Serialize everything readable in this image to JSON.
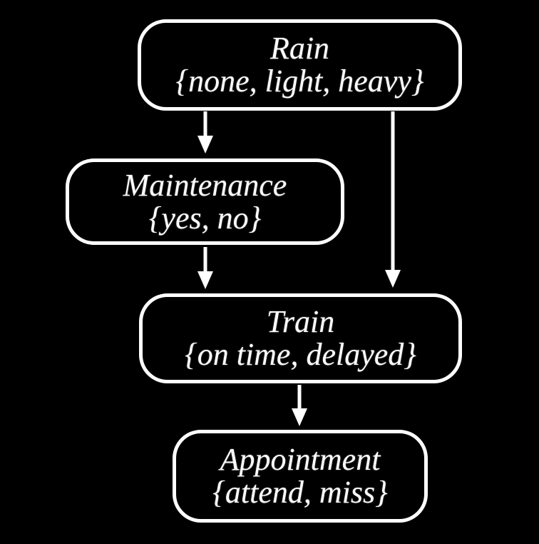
{
  "diagram": {
    "type": "bayesian-network",
    "background_color": "#000000",
    "node_border_color": "#ffffff",
    "text_color": "#ffffff",
    "arrow_color": "#ffffff",
    "nodes": [
      {
        "id": "rain",
        "label": "Rain",
        "values": "{none, light, heavy}"
      },
      {
        "id": "maintenance",
        "label": "Maintenance",
        "values": "{yes, no}"
      },
      {
        "id": "train",
        "label": "Train",
        "values": "{on time, delayed}"
      },
      {
        "id": "appointment",
        "label": "Appointment",
        "values": "{attend, miss}"
      }
    ],
    "edges": [
      {
        "from": "Rain",
        "to": "Maintenance"
      },
      {
        "from": "Rain",
        "to": "Train"
      },
      {
        "from": "Maintenance",
        "to": "Train"
      },
      {
        "from": "Train",
        "to": "Appointment"
      }
    ]
  }
}
